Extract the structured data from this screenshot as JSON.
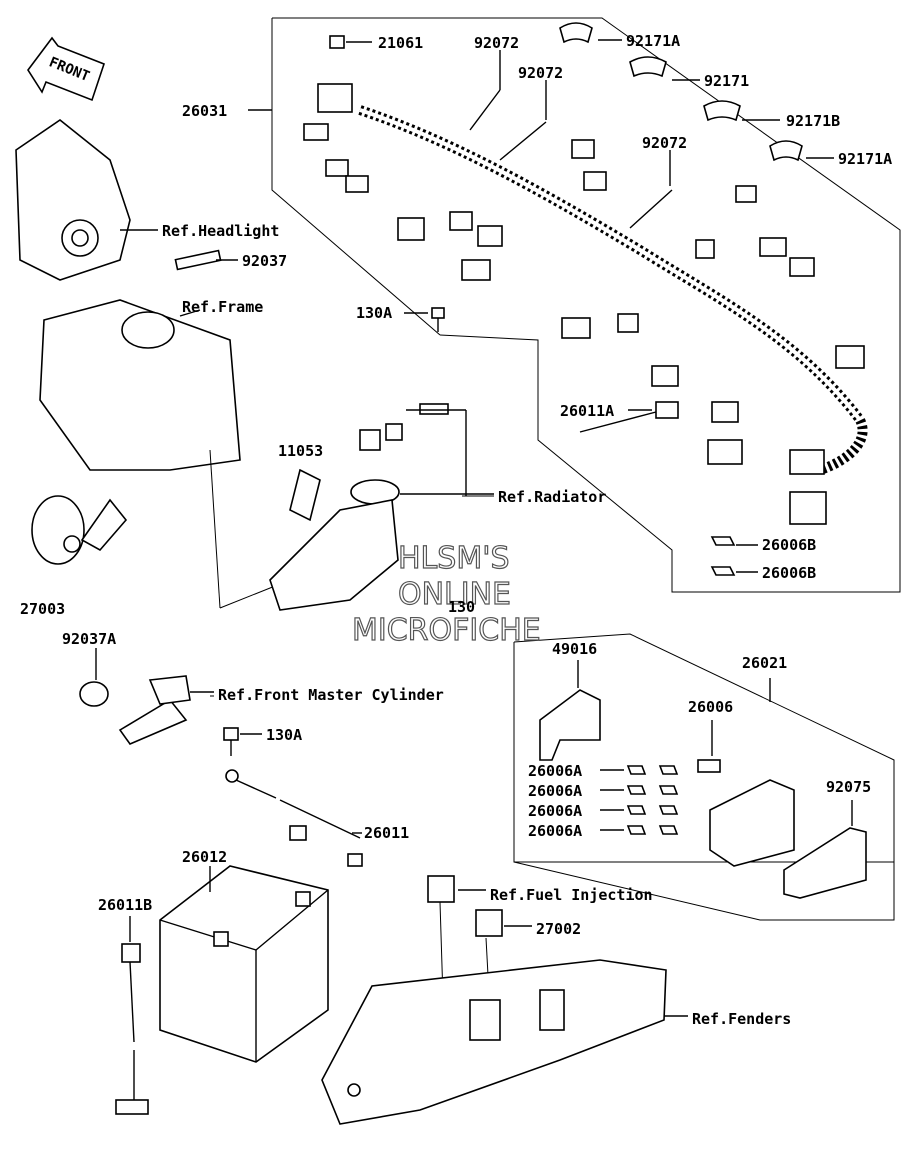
{
  "front_arrow": "FRONT",
  "watermark": [
    "HLSM'S",
    "ONLINE",
    "MICROFICHE"
  ],
  "labels": {
    "p21061": "21061",
    "p92072a": "92072",
    "p92072b": "92072",
    "p92072c": "92072",
    "p92171A1": "92171A",
    "p92171": "92171",
    "p92171B": "92171B",
    "p92171A2": "92171A",
    "p26031": "26031",
    "refHeadlight": "Ref.Headlight",
    "p92037": "92037",
    "refFrame": "Ref.Frame",
    "p130A1": "130A",
    "p26011A": "26011A",
    "p11053": "11053",
    "refRadiator": "Ref.Radiator",
    "p130": "130",
    "p26006B1": "26006B",
    "p26006B2": "26006B",
    "p27003": "27003",
    "p92037A": "92037A",
    "refFrontMaster": "Ref.Front Master Cylinder",
    "p49016": "49016",
    "p26021": "26021",
    "p26006": "26006",
    "p26006A1": "26006A",
    "p26006A2": "26006A",
    "p26006A3": "26006A",
    "p26006A4": "26006A",
    "p92075": "92075",
    "p130A2": "130A",
    "p26011": "26011",
    "p26012": "26012",
    "p26011B": "26011B",
    "refFuel": "Ref.Fuel Injection",
    "p27002": "27002",
    "refFenders": "Ref.Fenders"
  }
}
